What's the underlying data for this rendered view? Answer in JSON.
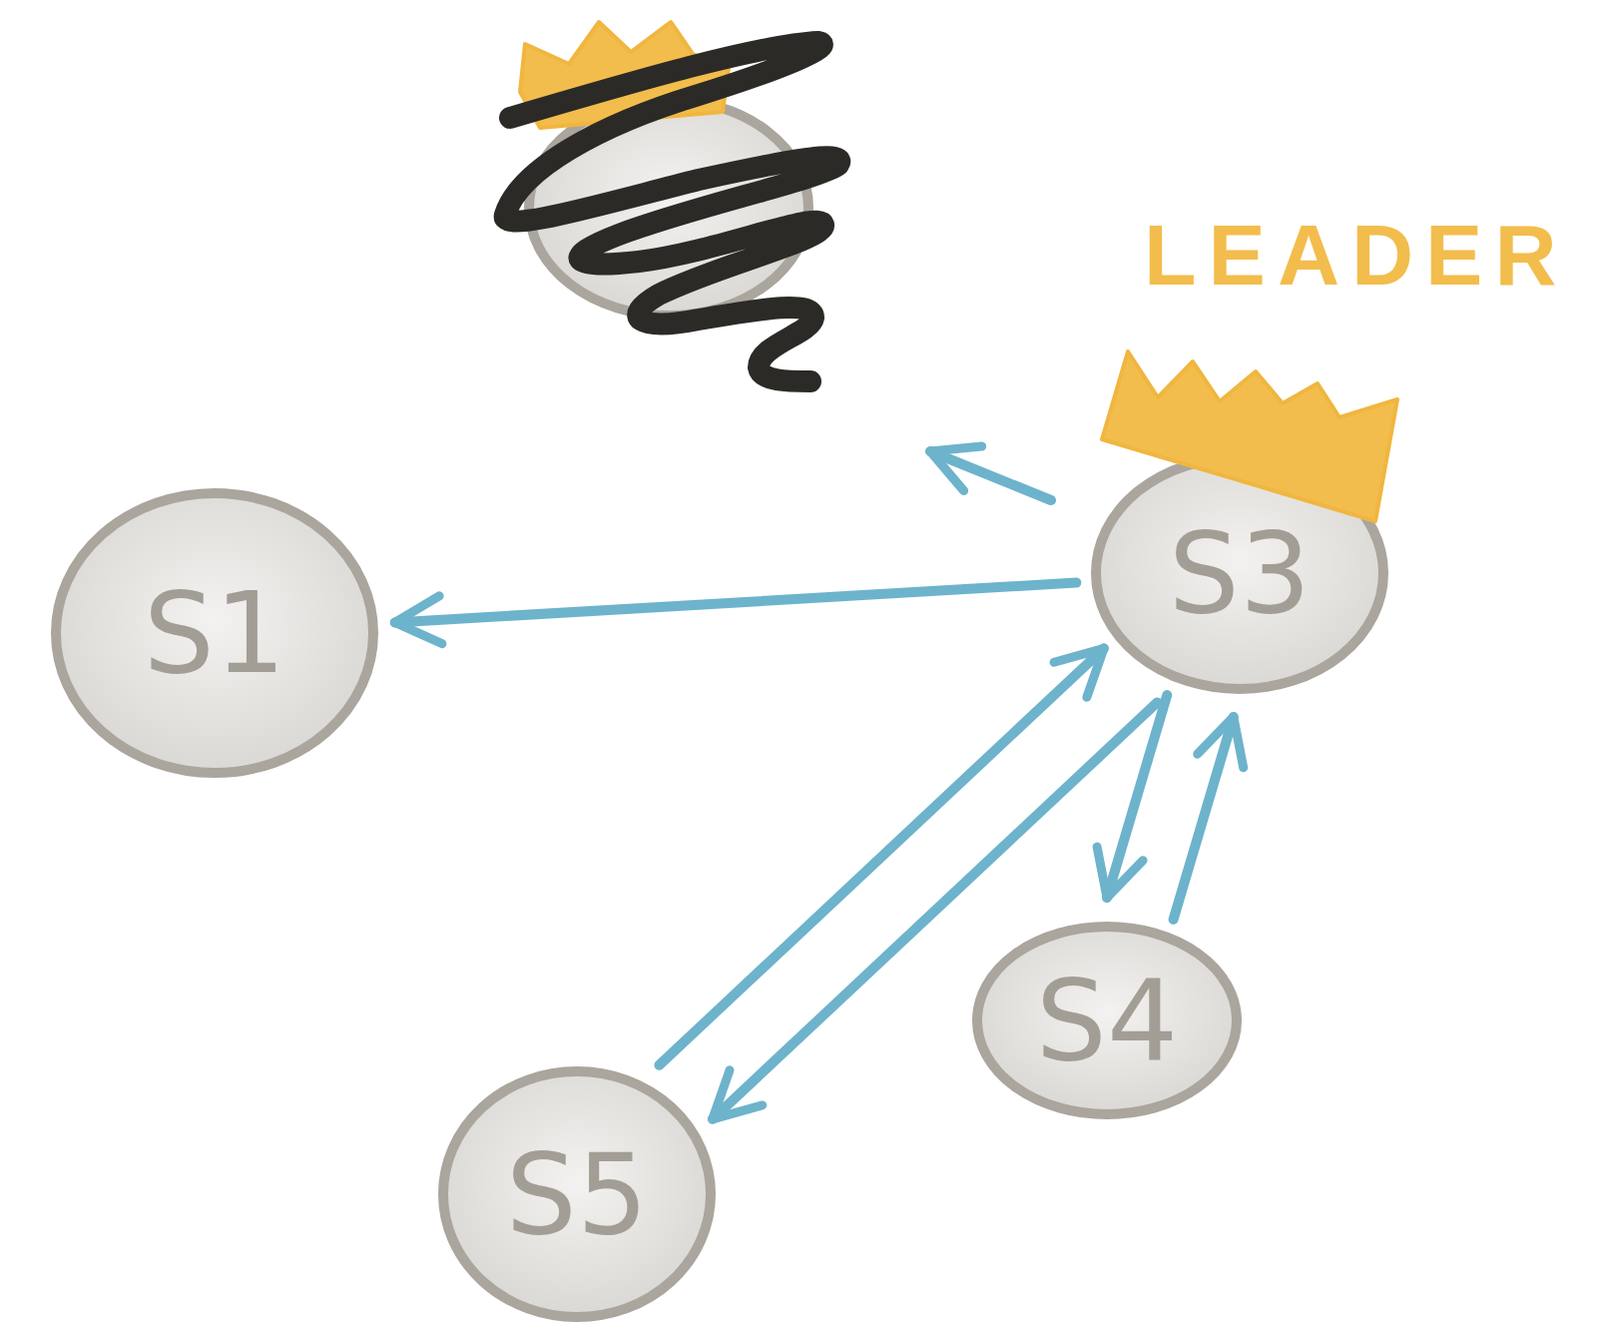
{
  "diagram": {
    "nodes": [
      {
        "text": [
          "S1"
        ]
      },
      {
        "text": [
          "S3"
        ]
      },
      {
        "text": [
          "S4"
        ]
      },
      {
        "text": [
          "S5"
        ]
      }
    ],
    "edges": [
      {
        "from": 1,
        "to": 0,
        "arrow": "to"
      },
      {
        "from": 1,
        "to": 3,
        "arrow": "to"
      },
      {
        "from": 3,
        "to": 1,
        "arrow": "to"
      },
      {
        "from": 1,
        "to": 2,
        "arrow": "to"
      },
      {
        "from": 2,
        "to": 1,
        "arrow": "to"
      }
    ],
    "labels": [
      "LEADER"
    ]
  }
}
